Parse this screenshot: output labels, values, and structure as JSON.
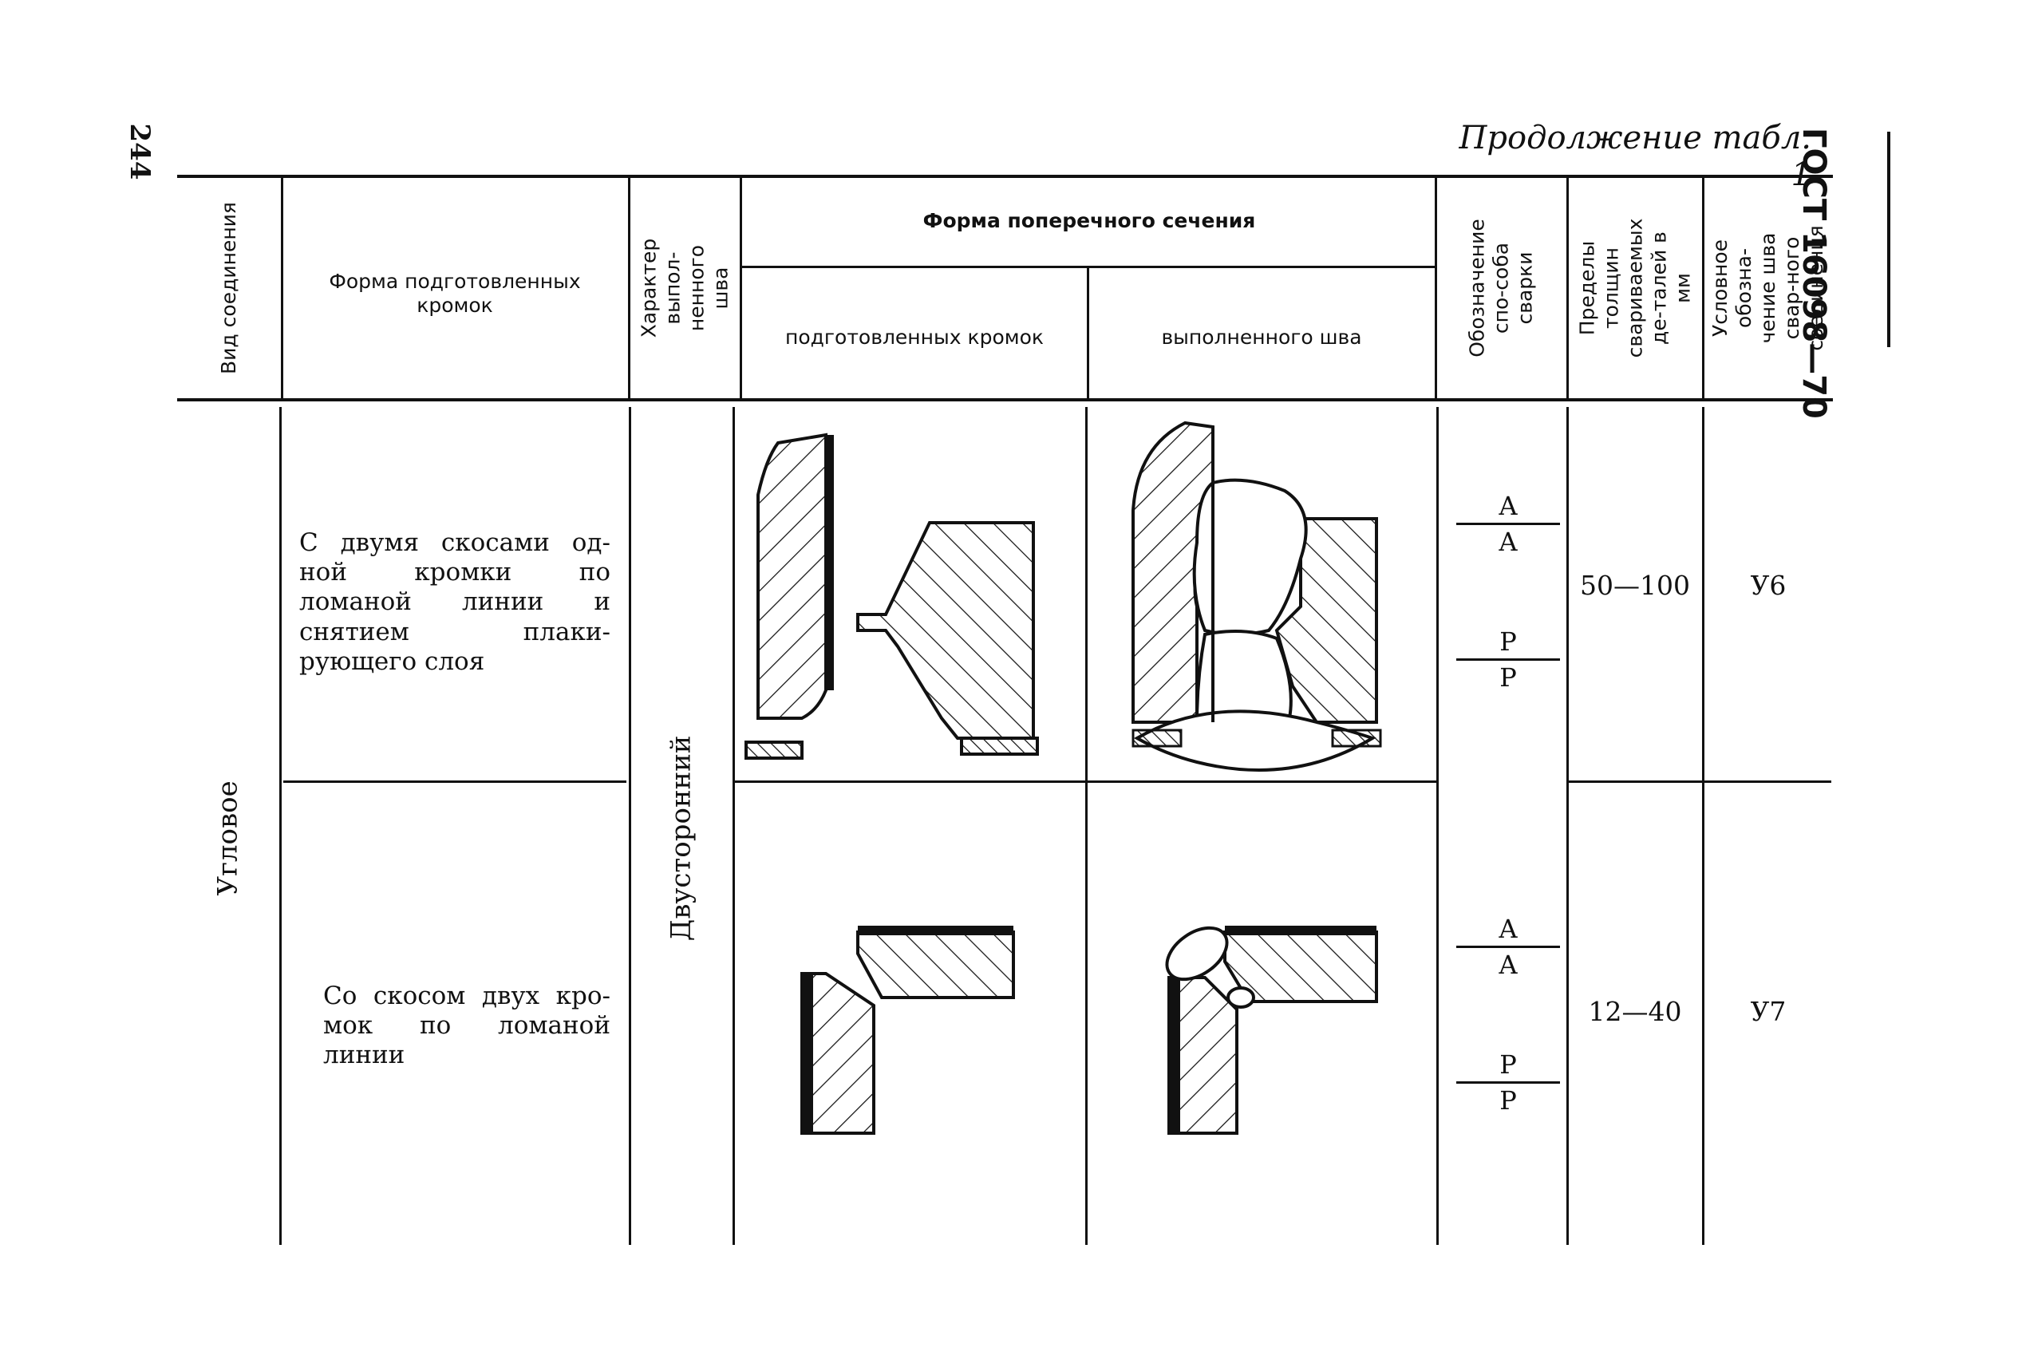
{
  "page": {
    "page_number": "244",
    "standard": "ГОСТ 16098—70",
    "continuation": "Продолжение табл. 1"
  },
  "table": {
    "headers": {
      "joint_type": "Вид соединения",
      "edge_form": "Форма подготовленных кромок",
      "seam_character": "Характер выпол-ненного шва",
      "section_form": "Форма поперечного сечения",
      "prepared_edges": "подготовленных кромок",
      "finished_seam": "выполненного шва",
      "welding_method": "Обозначение спо-соба сварки",
      "thickness_limits": "Пределы толщин свариваемых де-талей в мм",
      "designation": "Условное обозна-чение шва свар-ного соединения"
    },
    "joint_type_value": "Угловое",
    "seam_character_value": "Двусторонний",
    "rows": [
      {
        "edge_form": "С двумя скосами од-ной кромки по ломаной линии и снятием плаки-рующего слоя",
        "method_1_num": "А",
        "method_1_den": "А",
        "method_2_num": "Р",
        "method_2_den": "Р",
        "thickness": "50—100",
        "designation": "У6"
      },
      {
        "edge_form": "Со скосом двух кро-мок по ломаной линии",
        "method_1_num": "А",
        "method_1_den": "А",
        "method_2_num": "Р",
        "method_2_den": "Р",
        "thickness": "12—40",
        "designation": "У7"
      }
    ]
  }
}
